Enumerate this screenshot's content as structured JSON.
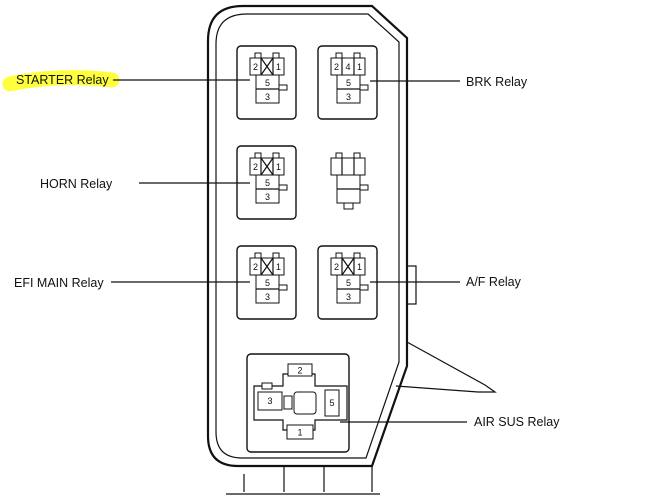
{
  "labels": {
    "starter": "STARTER Relay",
    "brk": "BRK Relay",
    "horn": "HORN Relay",
    "efi_main": "EFI MAIN Relay",
    "af": "A/F Relay",
    "air_sus": "AIR SUS Relay"
  },
  "highlight_color": "#ffff33",
  "pins": {
    "starter": {
      "p2": "2",
      "p1": "1",
      "p5": "5",
      "p3": "3"
    },
    "brk": {
      "p2": "2",
      "p4": "4",
      "p1": "1",
      "p5": "5",
      "p3": "3"
    },
    "horn": {
      "p2": "2",
      "p1": "1",
      "p5": "5",
      "p3": "3"
    },
    "efi_main": {
      "p2": "2",
      "p1": "1",
      "p5": "5",
      "p3": "3"
    },
    "af": {
      "p2": "2",
      "p1": "1",
      "p5": "5",
      "p3": "3"
    },
    "air_sus": {
      "p2": "2",
      "p3": "3",
      "p5": "5",
      "p1": "1"
    }
  }
}
